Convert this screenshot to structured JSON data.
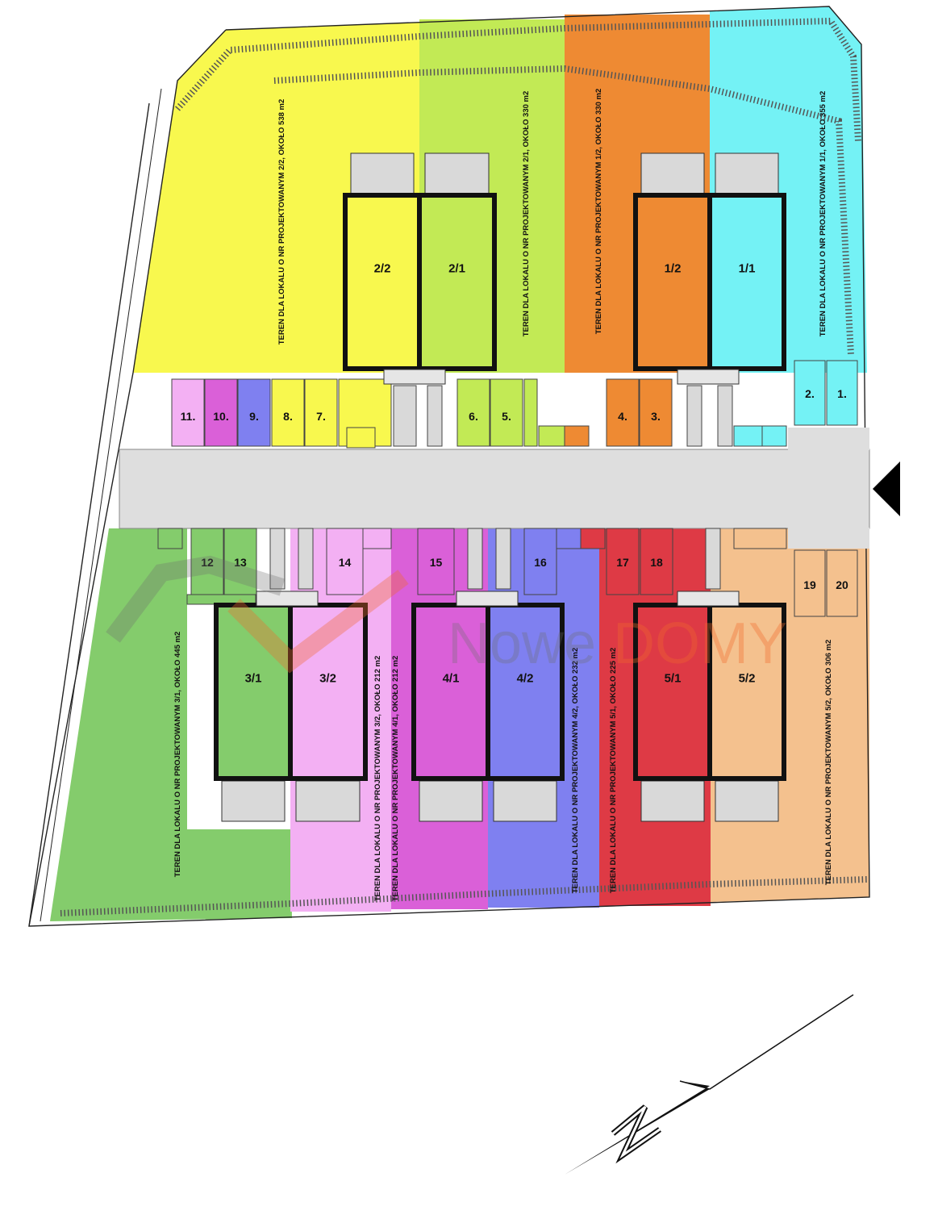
{
  "colors": {
    "plot_2_2": "#f8f84e",
    "plot_2_1": "#c2ea55",
    "plot_1_2": "#ee8a33",
    "plot_1_1": "#74f2f5",
    "plot_3_1": "#84cc6c",
    "plot_3_2": "#f3b0f3",
    "plot_4_1": "#da60d8",
    "plot_4_2": "#7f80f0",
    "plot_5_1": "#de3a45",
    "plot_5_2": "#f4c18e",
    "road": "#dedede",
    "terrace": "#d9d9d9"
  },
  "plots": [
    {
      "id": "2/2",
      "label": "TEREN DLA LOKALU O NR PROJEKTOWANYM 2/2, OKOŁO 538 m2"
    },
    {
      "id": "2/1",
      "label": "TEREN DLA LOKALU O NR PROJEKTOWANYM 2/1, OKOŁO 330 m2"
    },
    {
      "id": "1/2",
      "label": "TEREN DLA LOKALU O NR PROJEKTOWANYM 1/2, OKOŁO 330 m2"
    },
    {
      "id": "1/1",
      "label": "TEREN DLA LOKALU O NR PROJEKTOWANYM 1/1, OKOŁO 355 m2"
    },
    {
      "id": "3/1",
      "label": "TEREN DLA LOKALU O NR PROJEKTOWANYM 3/1, OKOŁO 445 m2"
    },
    {
      "id": "3/2",
      "label": "TEREN DLA LOKALU O NR PROJEKTOWANYM 3/2, OKOŁO 212 m2"
    },
    {
      "id": "4/1",
      "label": "TEREN DLA LOKALU O NR PROJEKTOWANYM 4/1, OKOŁO 212 m2"
    },
    {
      "id": "4/2",
      "label": "TEREN DLA LOKALU O NR PROJEKTOWANYM 4/2, OKOŁO 232 m2"
    },
    {
      "id": "5/1",
      "label": "TEREN DLA LOKALU O NR PROJEKTOWANYM 5/1, OKOŁO 225 m2"
    },
    {
      "id": "5/2",
      "label": "TEREN DLA LOKALU O NR PROJEKTOWANYM 5/2, OKOŁO 306 m2"
    }
  ],
  "units": [
    "2/2",
    "2/1",
    "1/2",
    "1/1",
    "3/1",
    "3/2",
    "4/1",
    "4/2",
    "5/1",
    "5/2"
  ],
  "parking": [
    "1.",
    "2.",
    "3.",
    "4.",
    "5.",
    "6.",
    "7.",
    "8.",
    "9.",
    "10.",
    "11.",
    "12",
    "13",
    "14",
    "15",
    "16",
    "17",
    "18",
    "19",
    "20"
  ],
  "watermark": {
    "part1": "Nowe",
    "part2": "DOMY"
  },
  "icons": {
    "entrance": "entrance-arrow-icon",
    "north": "north-arrow-icon"
  }
}
